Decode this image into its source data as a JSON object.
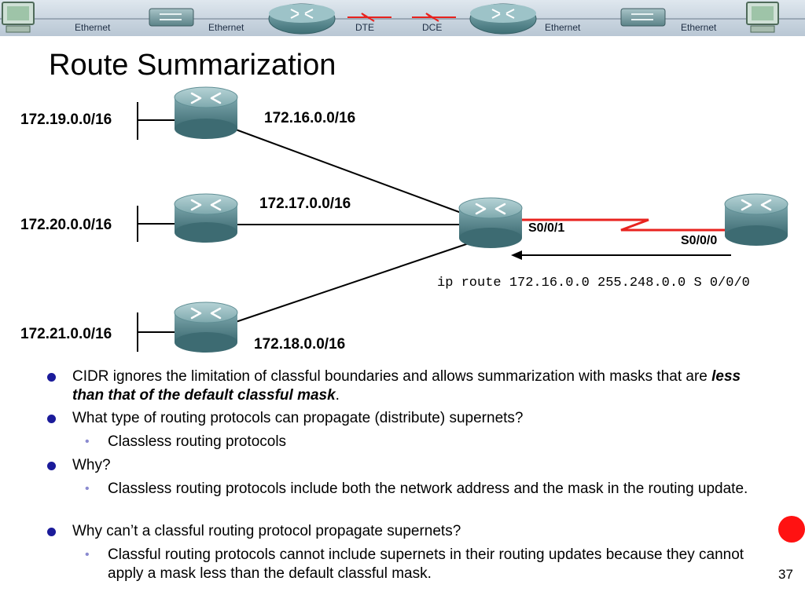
{
  "banner": {
    "labels": [
      "Ethernet",
      "Ethernet",
      "DTE",
      "DCE",
      "Ethernet",
      "Ethernet"
    ]
  },
  "slide": {
    "title": "Route Summarization",
    "number": "37"
  },
  "diagram": {
    "networks": {
      "n1": "172.19.0.0/16",
      "n2": "172.20.0.0/16",
      "n3": "172.21.0.0/16"
    },
    "links": {
      "l1": "172.16.0.0/16",
      "l2": "172.17.0.0/16",
      "l3": "172.18.0.0/16"
    },
    "interfaces": {
      "left": "S0/0/1",
      "right": "S0/0/0"
    },
    "colors": {
      "serial_link": "#e8231f",
      "router": "#5f8e94"
    },
    "command": "ip route 172.16.0.0 255.248.0.0 S 0/0/0"
  },
  "bullets": {
    "b1_pre": "CIDR ignores the limitation of classful boundaries and allows summarization with masks that are ",
    "b1_emph": "less than that of the default classful mask",
    "b1_post": ".",
    "b2": "What type of routing protocols can propagate (distribute) supernets?",
    "b2_sub": "Classless routing protocols",
    "b3": "Why?",
    "b3_sub": "Classless routing protocols include both the network address and the mask in the routing update.",
    "b4": "Why can’t a classful routing protocol propagate supernets?",
    "b4_sub": "Classful routing protocols cannot include supernets in their routing updates because they cannot apply a mask less than the default classful mask."
  }
}
